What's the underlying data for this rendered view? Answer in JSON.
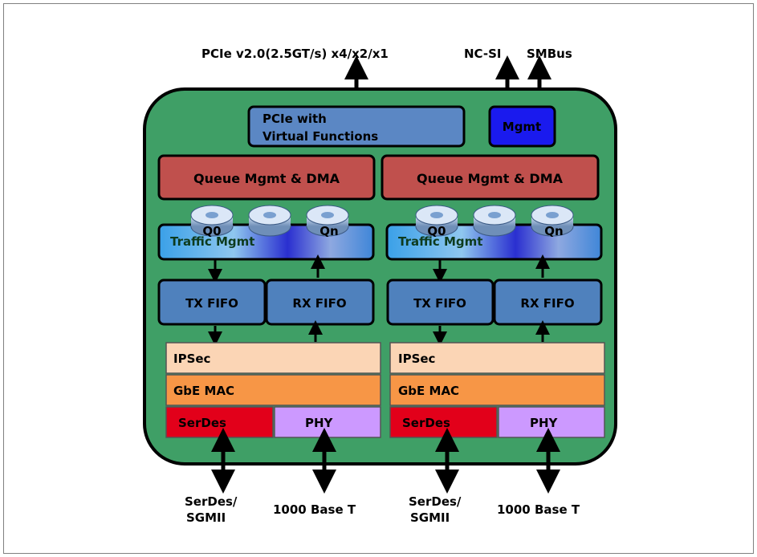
{
  "top_labels": {
    "pcie": "PCIe v2.0(2.5GT/s)  x4/x2/x1",
    "ncsi": "NC-SI",
    "smbus": "SMBus"
  },
  "blocks": {
    "pcie_vf_line1": "PCIe with",
    "pcie_vf_line2": "Virtual Functions",
    "mgmt": "Mgmt"
  },
  "ports": [
    {
      "queue": "Queue Mgmt & DMA",
      "traffic": "Traffic Mgmt",
      "q0": "Q0",
      "qn": "Qn",
      "tx": "TX FIFO",
      "rx": "RX FIFO",
      "ipsec": "IPSec",
      "mac": "GbE MAC",
      "serdes": "SerDes",
      "phy": "PHY",
      "bottom_serdes_1": "SerDes/",
      "bottom_serdes_2": "SGMII",
      "bottom_phy": "1000 Base T"
    },
    {
      "queue": "Queue Mgmt & DMA",
      "traffic": "Traffic Mgmt",
      "q0": "Q0",
      "qn": "Qn",
      "tx": "TX FIFO",
      "rx": "RX FIFO",
      "ipsec": "IPSec",
      "mac": "GbE MAC",
      "serdes": "SerDes",
      "phy": "PHY",
      "bottom_serdes_1": "SerDes/",
      "bottom_serdes_2": "SGMII",
      "bottom_phy": "1000 Base T"
    }
  ],
  "colors": {
    "chip": "#3f9f66",
    "pcie_block": "#5b87c4",
    "mgmt_block": "#1a1aee",
    "queue_block": "#c0504d",
    "fifo_block": "#4f81bd",
    "ipsec_block": "#fbd5b5",
    "mac_block": "#f79646",
    "serdes_block": "#e2001a",
    "phy_block": "#cc99ff"
  }
}
